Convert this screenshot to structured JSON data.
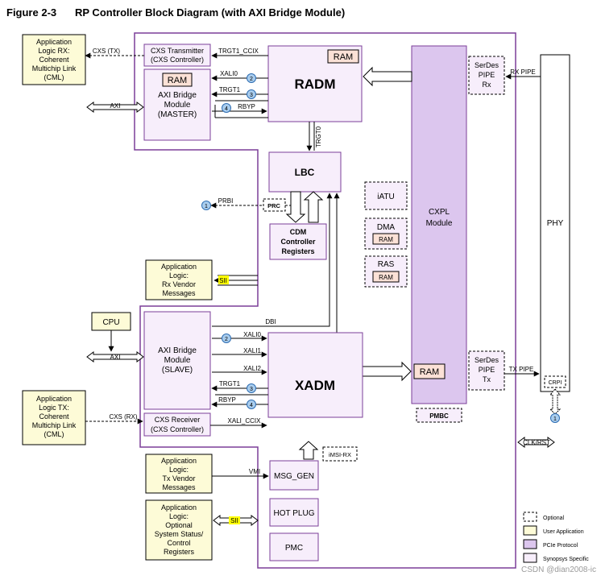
{
  "figure": {
    "number": "Figure 2-3",
    "title": "RP Controller Block Diagram (with AXI Bridge Module)"
  },
  "colors": {
    "user_app": "#fdfbd7",
    "pcie_protocol": "#dcc6ee",
    "synopsys_block": "#f7eefb",
    "ram_fill": "#fbe1d6",
    "border_purple": "#7b3f98",
    "badge_blue": "#a9cdee",
    "sii_yellow": "#ffff00"
  },
  "blocks": {
    "app_rx": [
      "Application",
      "Logic RX:",
      "Coherent",
      "Multichip Link",
      "(CML)"
    ],
    "app_tx": [
      "Application",
      "Logic TX:",
      "Coherent",
      "Multichip Link",
      "(CML)"
    ],
    "app_rx_vendor": [
      "Application",
      "Logic:",
      "Rx Vendor",
      "Messages"
    ],
    "app_tx_vendor": [
      "Application",
      "Logic:",
      "Tx Vendor",
      "Messages"
    ],
    "app_optional": [
      "Application",
      "Logic:",
      "Optional",
      "System Status/",
      "Control",
      "Registers"
    ],
    "cpu": "CPU",
    "cxs_tx": [
      "CXS Transmitter",
      "(CXS Controller)"
    ],
    "cxs_rx": [
      "CXS Receiver",
      "(CXS Controller)"
    ],
    "axi_master": [
      "AXI Bridge",
      "Module",
      "(MASTER)"
    ],
    "axi_slave": [
      "AXI Bridge",
      "Module",
      "(SLAVE)"
    ],
    "radm": "RADM",
    "xadm": "XADM",
    "lbc": "LBC",
    "cdm": [
      "CDM",
      "Controller",
      "Registers"
    ],
    "msg_gen": "MSG_GEN",
    "hot_plug": "HOT PLUG",
    "pmc": "PMC",
    "cxpl": [
      "CXPL",
      "Module"
    ],
    "iatu": "iATU",
    "dma": "DMA",
    "ras": "RAS",
    "serdes_rx": [
      "SerDes",
      "PIPE",
      "Rx"
    ],
    "serdes_tx": [
      "SerDes",
      "PIPE",
      "Tx"
    ],
    "phy": "PHY",
    "crpi": "CRPI",
    "pmbc": "PMBC",
    "prc": "PRC",
    "imsi_rx": "iMSI-RX",
    "ram": "RAM"
  },
  "signals": {
    "cxs_tx": "CXS (TX)",
    "cxs_rx": "CXS (RX)",
    "axi": "AXI",
    "trgt1_ccix": "TRGT1_CCIX",
    "xali0": "XALI0",
    "xali1": "XALI1",
    "xali2": "XALI2",
    "trgt1": "TRGT1",
    "rbyp": "RBYP",
    "trgt0": "TRGT0",
    "prbi": "PRBI",
    "sii": "SII",
    "dbi": "DBI",
    "vmi": "VMI",
    "xali_ccix": "XALI_CCIX",
    "rx_pipe": "RX PIPE",
    "tx_pipe": "TX PIPE",
    "clk_rst": "CLK/RST"
  },
  "badges": {
    "one": "1",
    "two": "2",
    "three": "3",
    "four": "4"
  },
  "legend": {
    "optional": "Optional",
    "user_app": "User Application",
    "pcie": "PCIe Protocol",
    "synopsys": "Synopsys Specific"
  },
  "watermark": "CSDN @dian2008-ic"
}
